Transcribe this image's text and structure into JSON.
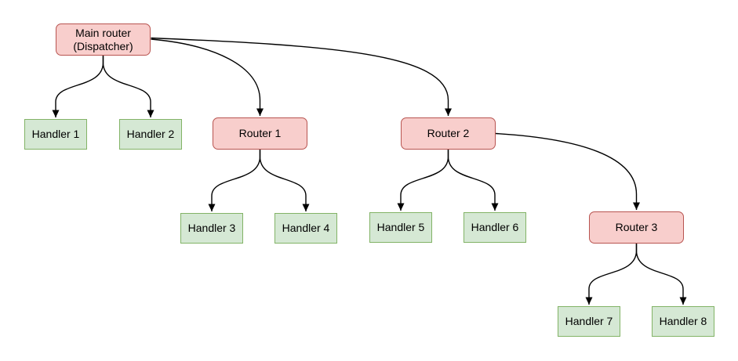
{
  "nodes": {
    "main": {
      "label": "Main router\n(Dispatcher)",
      "type": "router"
    },
    "h1": {
      "label": "Handler 1",
      "type": "handler"
    },
    "h2": {
      "label": "Handler 2",
      "type": "handler"
    },
    "r1": {
      "label": "Router 1",
      "type": "router"
    },
    "r2": {
      "label": "Router 2",
      "type": "router"
    },
    "h3": {
      "label": "Handler 3",
      "type": "handler"
    },
    "h4": {
      "label": "Handler 4",
      "type": "handler"
    },
    "h5": {
      "label": "Handler 5",
      "type": "handler"
    },
    "h6": {
      "label": "Handler 6",
      "type": "handler"
    },
    "r3": {
      "label": "Router 3",
      "type": "router"
    },
    "h7": {
      "label": "Handler 7",
      "type": "handler"
    },
    "h8": {
      "label": "Handler 8",
      "type": "handler"
    }
  },
  "edges": [
    {
      "from": "main",
      "to": "h1"
    },
    {
      "from": "main",
      "to": "h2"
    },
    {
      "from": "main",
      "to": "r1"
    },
    {
      "from": "main",
      "to": "r2"
    },
    {
      "from": "r1",
      "to": "h3"
    },
    {
      "from": "r1",
      "to": "h4"
    },
    {
      "from": "r2",
      "to": "h5"
    },
    {
      "from": "r2",
      "to": "h6"
    },
    {
      "from": "r2",
      "to": "r3"
    },
    {
      "from": "r3",
      "to": "h7"
    },
    {
      "from": "r3",
      "to": "h8"
    }
  ],
  "colors": {
    "router_fill": "#f8cecc",
    "router_stroke": "#b85450",
    "handler_fill": "#d5e8d4",
    "handler_stroke": "#82b366",
    "edge": "#000000",
    "background": "#ffffff",
    "text": "#000000"
  }
}
